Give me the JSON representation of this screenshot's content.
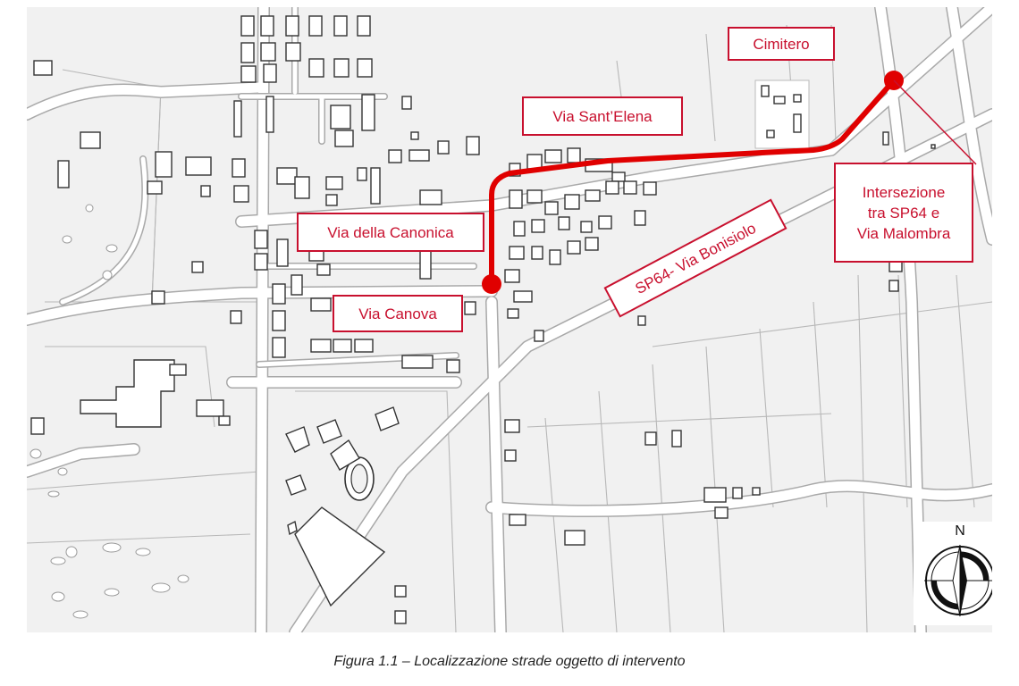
{
  "map": {
    "labels": {
      "cimitero": "Cimitero",
      "via_sant_elena": "Via Sant’Elena",
      "via_della_canonica": "Via della Canonica",
      "via_canova": "Via Canova",
      "sp64": "SP64- Via Bonisiolo",
      "intersezione": [
        "Intersezione",
        "tra SP64 e",
        "Via Malombra"
      ]
    },
    "highlight_color": "#e00000",
    "label_color": "#c8102e",
    "compass": {
      "north_letter": "N"
    }
  },
  "caption": "Figura 1.1 – Localizzazione strade oggetto di intervento"
}
